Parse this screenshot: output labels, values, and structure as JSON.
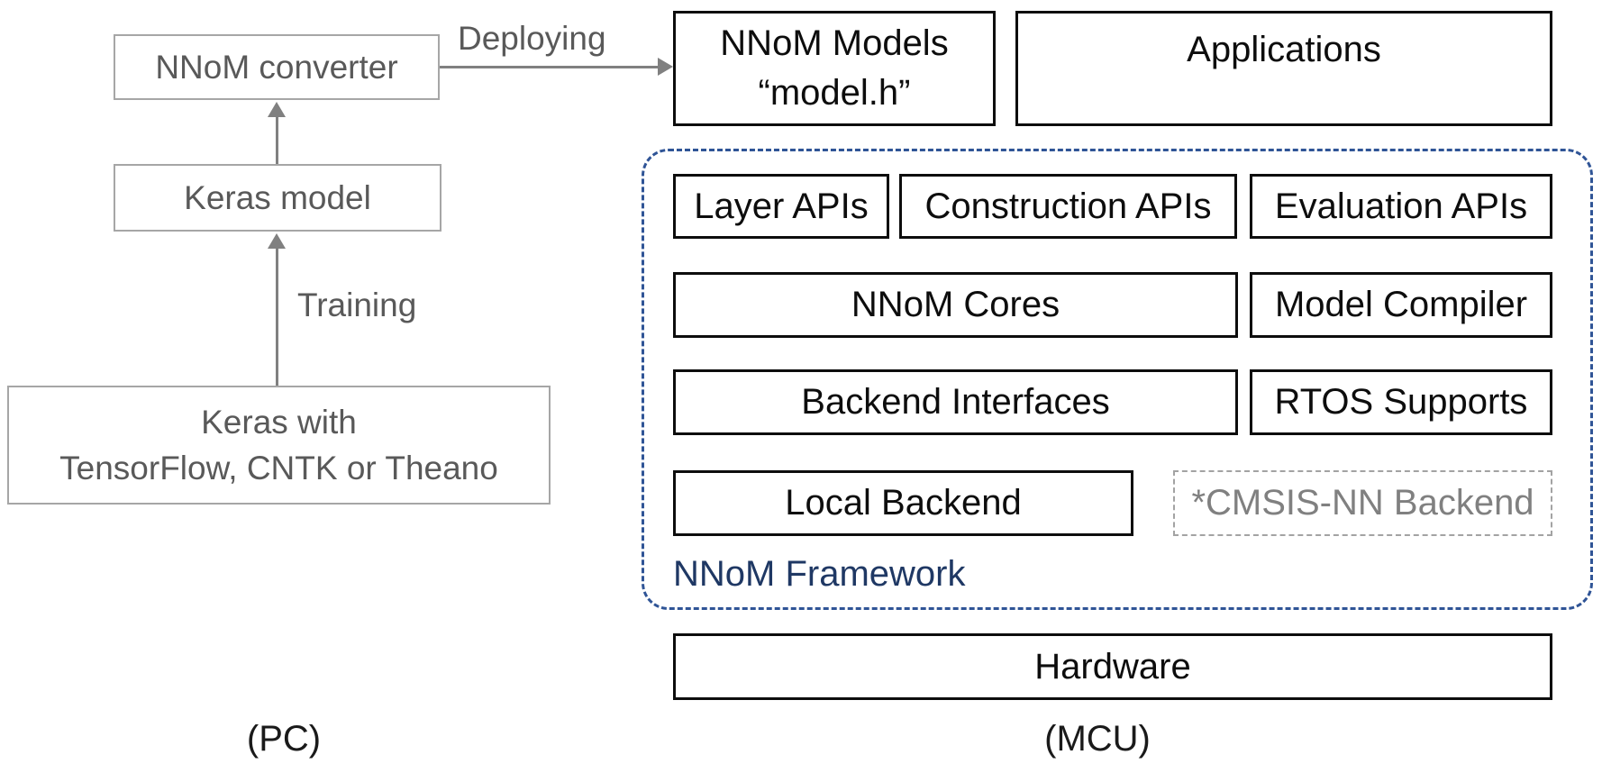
{
  "pc": {
    "converter": "NNoM converter",
    "keras_model": "Keras model",
    "keras_with_line1": "Keras with",
    "keras_with_line2": "TensorFlow, CNTK or Theano",
    "training": "Training",
    "deploying": "Deploying",
    "platform": "(PC)"
  },
  "mcu": {
    "models_line1": "NNoM Models",
    "models_line2": "“model.h”",
    "applications": "Applications",
    "layer_apis": "Layer APIs",
    "construction_apis": "Construction APIs",
    "evaluation_apis": "Evaluation APIs",
    "nnom_cores": "NNoM Cores",
    "model_compiler": "Model Compiler",
    "backend_interfaces": "Backend Interfaces",
    "rtos_supports": "RTOS Supports",
    "local_backend": "Local Backend",
    "cmsis_backend": "*CMSIS-NN Backend",
    "framework": "NNoM Framework",
    "hardware": "Hardware",
    "platform": "(MCU)"
  },
  "colors": {
    "pc_border": "#a6a6a6",
    "pc_text": "#595959",
    "arrow": "#808080",
    "mcu_border": "#0d0d0d",
    "framework_border": "#2f5496",
    "framework_text": "#1f3864",
    "disabled_border": "#a3a3a3",
    "disabled_text": "#808080"
  }
}
